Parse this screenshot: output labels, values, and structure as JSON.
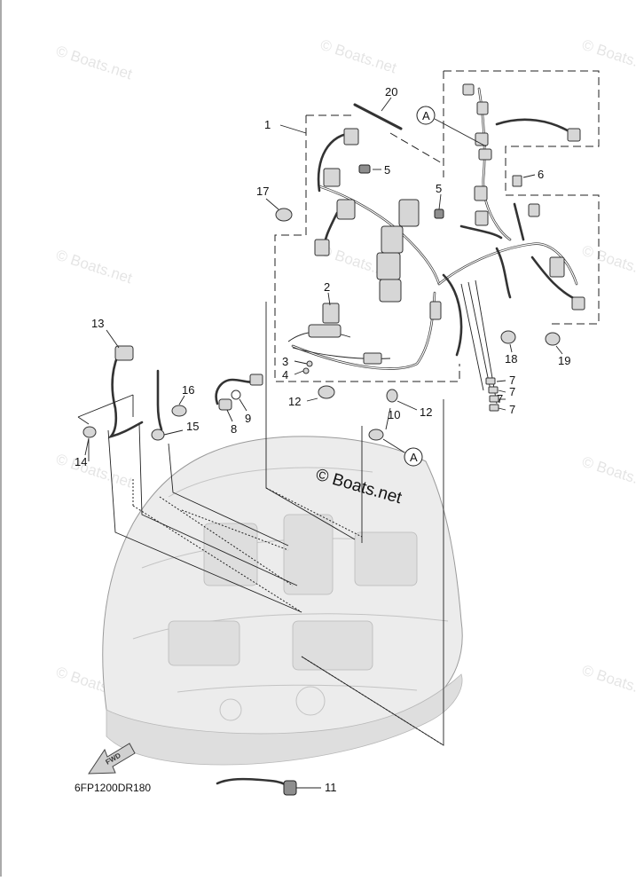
{
  "diagram": {
    "code": "6FP1200DR180",
    "watermark_main": "© Boats.net",
    "watermark_faint": "© Boats.net",
    "fwd_label": "FWD",
    "reference_label": "A",
    "colors": {
      "ink": "#222222",
      "cowling": "#ececec",
      "part": "#d6d6d6"
    }
  },
  "callouts": [
    "1",
    "2",
    "3",
    "4",
    "5",
    "5",
    "6",
    "7",
    "7",
    "7",
    "7",
    "8",
    "9",
    "10",
    "11",
    "12",
    "12",
    "13",
    "14",
    "15",
    "16",
    "17",
    "18",
    "19",
    "20"
  ]
}
